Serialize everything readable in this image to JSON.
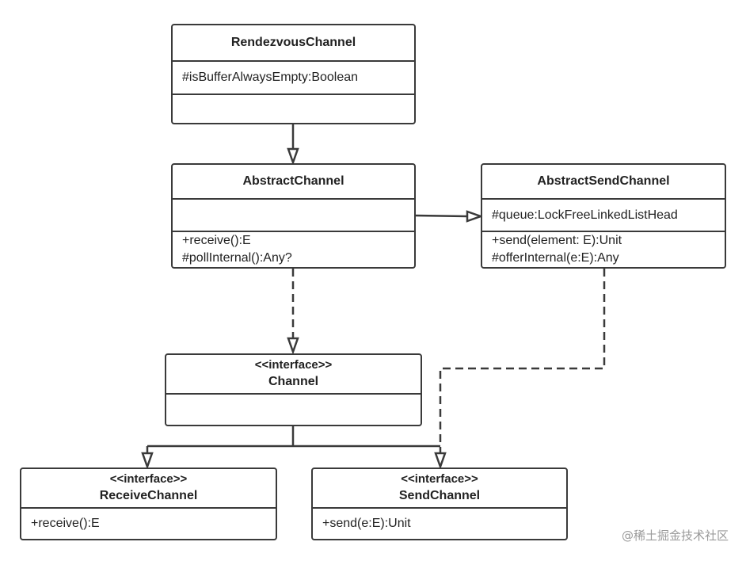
{
  "classes": {
    "rendezvous": {
      "name": "RendezvousChannel",
      "attributes": [
        "#isBufferAlwaysEmpty:Boolean"
      ]
    },
    "abstract_channel": {
      "name": "AbstractChannel",
      "methods": [
        "+receive():E",
        "#pollInternal():Any?"
      ]
    },
    "abstract_send": {
      "name": "AbstractSendChannel",
      "attributes": [
        "#queue:LockFreeLinkedListHead"
      ],
      "methods": [
        "+send(element: E):Unit",
        "#offerInternal(e:E):Any"
      ]
    },
    "channel": {
      "stereotype": "<<interface>>",
      "name": "Channel"
    },
    "receive_channel": {
      "stereotype": "<<interface>>",
      "name": "ReceiveChannel",
      "methods": [
        "+receive():E"
      ]
    },
    "send_channel": {
      "stereotype": "<<interface>>",
      "name": "SendChannel",
      "methods": [
        "+send(e:E):Unit"
      ]
    }
  },
  "relations": [
    {
      "from": "RendezvousChannel",
      "to": "AbstractChannel",
      "kind": "inheritance"
    },
    {
      "from": "AbstractChannel",
      "to": "AbstractSendChannel",
      "kind": "inheritance"
    },
    {
      "from": "AbstractChannel",
      "to": "Channel",
      "kind": "realization"
    },
    {
      "from": "AbstractSendChannel",
      "to": "SendChannel",
      "kind": "realization"
    },
    {
      "from": "Channel",
      "to": "ReceiveChannel",
      "kind": "inheritance"
    },
    {
      "from": "Channel",
      "to": "SendChannel",
      "kind": "inheritance"
    }
  ],
  "colors": {
    "line": "#3a3a3a",
    "watermark": "#9a9a9a"
  },
  "watermark": "@稀土掘金技术社区"
}
